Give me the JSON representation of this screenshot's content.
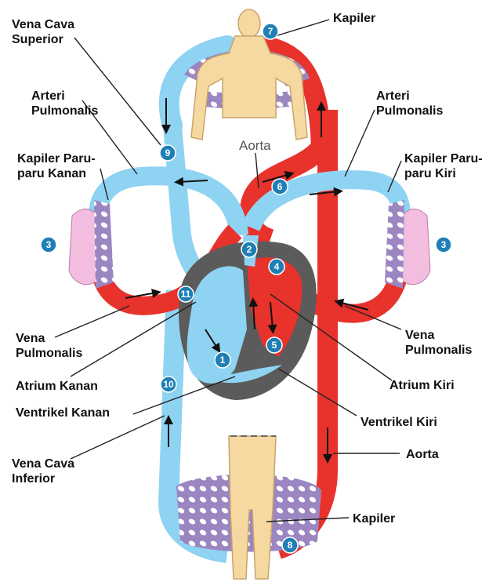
{
  "colors": {
    "oxygenated": "#e8322c",
    "deoxygenated": "#8fd3f2",
    "capillary": "#9b86c2",
    "body": "#f6d9a0",
    "lung": "#f3bde0",
    "heart_shadow": "#5b5b5b",
    "badge": "#1f7fb5"
  },
  "labels": {
    "kapiler_top": "Kapiler",
    "vena_cava_superior": "Vena Cava\nSuperior",
    "arteri_pulmonalis_left": "Arteri\nPulmonalis",
    "arteri_pulmonalis_right": "Arteri\nPulmonalis",
    "kapiler_paru_kanan": "Kapiler Paru-\nparu Kanan",
    "kapiler_paru_kiri": "Kapiler Paru-\nparu Kiri",
    "aorta_center": "Aorta",
    "vena_pulmonalis_left": "Vena\nPulmonalis",
    "vena_pulmonalis_right": "Vena\nPulmonalis",
    "atrium_kanan": "Atrium Kanan",
    "atrium_kiri": "Atrium Kiri",
    "ventrikel_kanan": "Ventrikel Kanan",
    "ventrikel_kiri": "Ventrikel Kiri",
    "vena_cava_inferior": "Vena Cava\nInferior",
    "aorta_right": "Aorta",
    "kapiler_bottom": "Kapiler"
  },
  "badges": {
    "b1": "1",
    "b2": "2",
    "b3_left": "3",
    "b3_right": "3",
    "b4": "4",
    "b5": "5",
    "b6": "6",
    "b7": "7",
    "b8": "8",
    "b9": "9",
    "b10": "10",
    "b11": "11"
  }
}
